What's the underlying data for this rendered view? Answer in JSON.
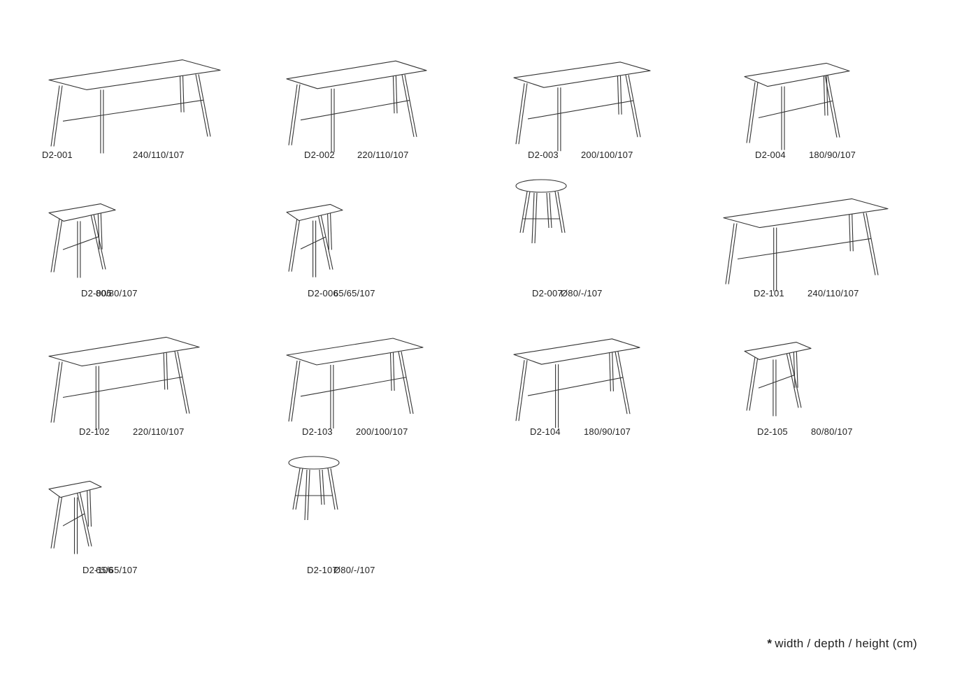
{
  "products": [
    {
      "code": "D2-001",
      "dims": "240/110/107",
      "shape": "long-table"
    },
    {
      "code": "D2-002",
      "dims": "220/110/107",
      "shape": "long-table"
    },
    {
      "code": "D2-003",
      "dims": "200/100/107",
      "shape": "long-table"
    },
    {
      "code": "D2-004",
      "dims": "180/90/107",
      "shape": "long-table"
    },
    {
      "code": "D2-005",
      "dims": "80/80/107",
      "shape": "square-table"
    },
    {
      "code": "D2-006",
      "dims": "65/65/107",
      "shape": "square-table"
    },
    {
      "code": "D2-007",
      "dims": "Ø80/-/107",
      "shape": "round-table"
    },
    {
      "code": "D2-101",
      "dims": "240/110/107",
      "shape": "long-table"
    },
    {
      "code": "D2-102",
      "dims": "220/110/107",
      "shape": "long-table"
    },
    {
      "code": "D2-103",
      "dims": "200/100/107",
      "shape": "long-table"
    },
    {
      "code": "D2-104",
      "dims": "180/90/107",
      "shape": "long-table"
    },
    {
      "code": "D2-105",
      "dims": "80/80/107",
      "shape": "square-table"
    },
    {
      "code": "D2-106",
      "dims": "65/65/107",
      "shape": "square-table"
    },
    {
      "code": "D2-107",
      "dims": "Ø80/-/107",
      "shape": "round-table"
    }
  ],
  "footnote": {
    "marker": "*",
    "text": "width / depth / height (cm)"
  }
}
